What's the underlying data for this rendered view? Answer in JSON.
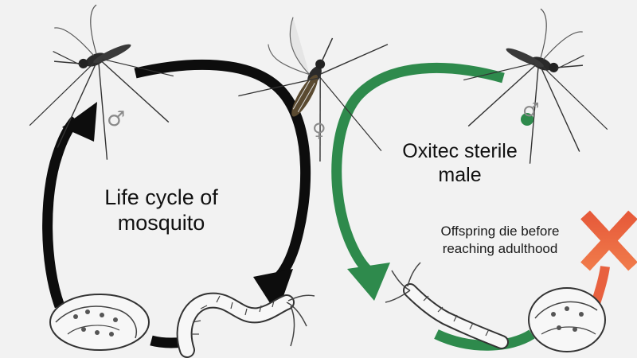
{
  "left_cycle": {
    "title_line1": "Life cycle of",
    "title_line2": "mosquito",
    "male_symbol": "♂",
    "female_symbol": "♀"
  },
  "right_cycle": {
    "title_line1": "Oxitec sterile",
    "title_line2": "male",
    "male_symbol": "♂",
    "note_line1": "Offspring die before",
    "note_line2": "reaching adulthood"
  },
  "colors": {
    "background": "#f2f2f2",
    "natural_cycle_arrow": "#0d0d0d",
    "oxitec_cycle_arrow": "#2e8a4c",
    "oxitec_marker_dot": "#2e8a4c",
    "fail_cross": "#e8613f"
  },
  "icons": [
    "mosquito-icon",
    "egg-icon",
    "larva-icon",
    "pupa-icon",
    "cross-icon"
  ]
}
